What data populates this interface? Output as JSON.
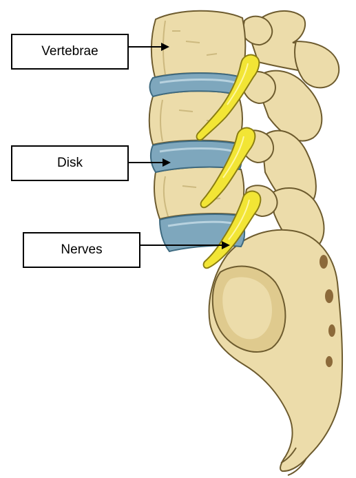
{
  "labels": {
    "vertebrae": "Vertebrae",
    "disk": "Disk",
    "nerves": "Nerves"
  },
  "colors": {
    "bone_fill": "#ecdcaa",
    "bone_shadow": "#c9b57a",
    "bone_outline": "#6d5b2e",
    "disk_fill": "#7ea7bd",
    "disk_shadow": "#4f7f99",
    "nerve_fill": "#f2e535",
    "nerve_outline": "#8a7d12",
    "arrow": "#000000"
  },
  "structure": {
    "vertebra_count": 4,
    "disk_count": 3,
    "nerve_count": 3
  }
}
